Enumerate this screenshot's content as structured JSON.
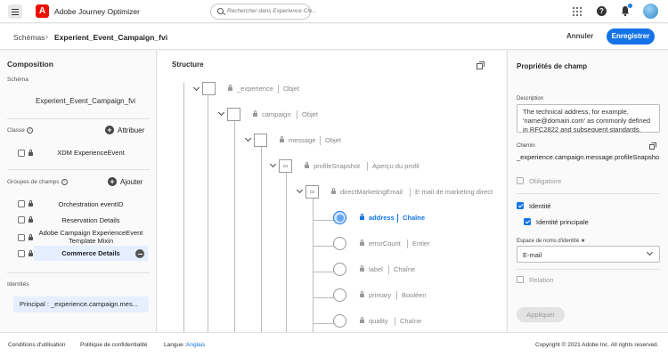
{
  "app": {
    "title": "Adobe Journey Optimizer",
    "search_placeholder": "Rechercher dans Experience Clo..."
  },
  "header": {
    "breadcrumb_root": "Schémas",
    "breadcrumb_current": "Experient_Event_Campaign_fvi",
    "cancel_label": "Annuler",
    "save_label": "Enregistrer"
  },
  "composition": {
    "title": "Composition",
    "schema_label": "Schéma",
    "schema_name": "Experient_Event_Campaign_fvi",
    "class_label": "Classe",
    "assign_label": "Attribuer",
    "class_name": "XDM ExperienceEvent",
    "field_groups_label": "Groupes de champs",
    "add_label": "Ajouter",
    "field_groups": [
      {
        "name": "Orchestration eventID",
        "selected": false
      },
      {
        "name": "Reservation Details",
        "selected": false
      },
      {
        "name": "Adobe Campaign ExperienceEvent Template Mixin",
        "selected": false
      },
      {
        "name": "Commerce Details",
        "selected": true
      }
    ],
    "identities_label": "Identités",
    "identity_item": "Principal : _experience.campaign.mes..."
  },
  "structure": {
    "title": "Structure",
    "nodes": [
      {
        "name": "_experience",
        "type": "Objet"
      },
      {
        "name": "campaign",
        "type": "Objet"
      },
      {
        "name": "message",
        "type": "Objet"
      },
      {
        "name": "profileSnapshot",
        "type": "Aperçu du profil"
      },
      {
        "name": "directMarketingEmail",
        "type": "E-mail de marketing direct"
      },
      {
        "name": "address",
        "type": "Chaîne",
        "active": true
      },
      {
        "name": "errorCount",
        "type": "Entier"
      },
      {
        "name": "label",
        "type": "Chaîne"
      },
      {
        "name": "primary",
        "type": "Booléen"
      },
      {
        "name": "quality",
        "type": "Chaîne"
      }
    ]
  },
  "field_properties": {
    "title": "Propriétés de champ",
    "description_label": "Description",
    "description_value": "The technical address, for example, 'name@domain.com' as commonly defined in RFC2822 and subsequent standards.",
    "path_label": "Chemin",
    "path_value": "_experience.campaign.message.profileSnapsho...",
    "required_label": "Obligatoire",
    "identity_label": "Identité",
    "primary_identity_label": "Identité principale",
    "namespace_label": "Espace de noms d'identité ★",
    "namespace_value": "E-mail",
    "relation_label": "Relation",
    "apply_label": "Appliquer"
  },
  "footer": {
    "terms": "Conditions d'utilisation",
    "privacy": "Politique de confidentialité",
    "language_label": "Langue :",
    "language_value": "Anglais",
    "copyright": "Copyright © 2021 Adobe Inc. All rights reserved."
  },
  "colors": {
    "accent": "#1473e6",
    "brand": "#eb1000"
  }
}
